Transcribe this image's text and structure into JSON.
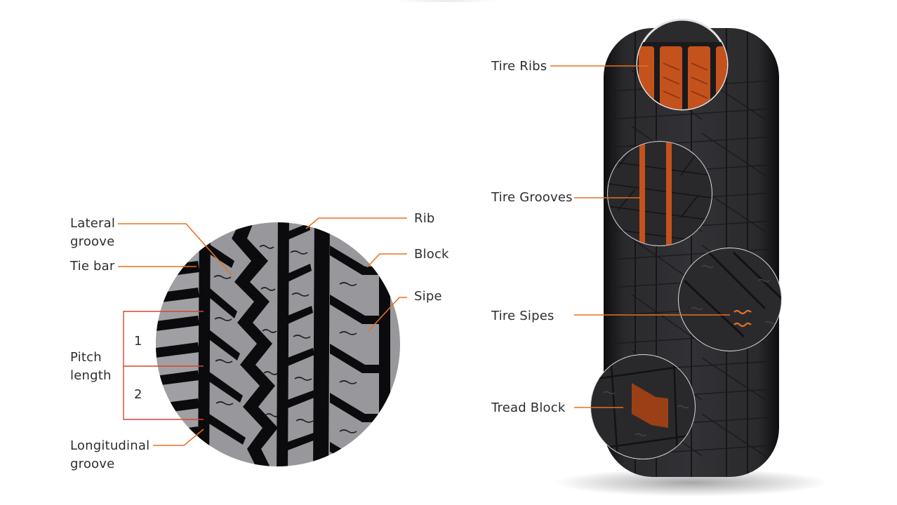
{
  "left_diagram": {
    "labels": {
      "lateral_groove": [
        "Lateral",
        "groove"
      ],
      "tie_bar": "Tie bar",
      "pitch_length": [
        "Pitch",
        "length"
      ],
      "longitudinal_groove": [
        "Longitudinal",
        "groove"
      ],
      "rib": "Rib",
      "block": "Block",
      "sipe": "Sipe",
      "pitch_1": "1",
      "pitch_2": "2"
    }
  },
  "right_diagram": {
    "labels": {
      "tire_ribs": "Tire Ribs",
      "tire_grooves": "Tire Grooves",
      "tire_sipes": "Tire Sipes",
      "tread_block": "Tread Block"
    }
  },
  "colors": {
    "accent": "#e8711f",
    "highlight": "#c4521d",
    "tread_rubber": "#98989c",
    "groove": "#0b0b0d",
    "tire_body": "#262628",
    "text": "#2e2e2e"
  }
}
